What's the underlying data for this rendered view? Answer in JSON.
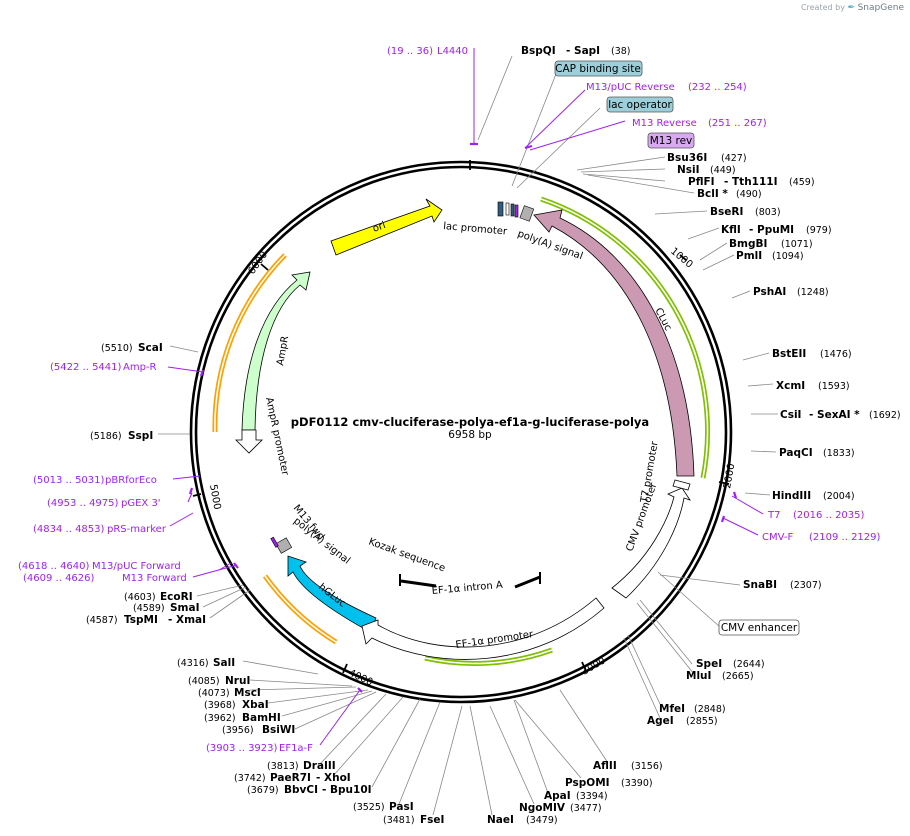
{
  "branding": {
    "created_by": "Created by",
    "product": "SnapGene"
  },
  "plasmid": {
    "name": "pDF0112 cmv-cluciferase-polya-ef1a-g-luciferase-polya",
    "length_label": "6958 bp",
    "length_bp": 6958
  },
  "colors": {
    "ori": "#ffff00",
    "ampr": "#ccffcc",
    "cluc": "#cc99b3",
    "hgluc": "#00c0ee",
    "promoter": "#ffffff",
    "primer": "#a020f0",
    "orf_orange": "#ffa000",
    "orf_green": "#80c000",
    "protein_box": "#9ccfd9",
    "primer_box": "#d8a8f0"
  },
  "ticks": [
    "1000",
    "2000",
    "3000",
    "4000",
    "5000",
    "6000"
  ],
  "features": [
    {
      "name": "ori",
      "kind": "arrow",
      "color_key": "ori"
    },
    {
      "name": "AmpR",
      "kind": "arrow",
      "color_key": "ampr"
    },
    {
      "name": "AmpR promoter",
      "kind": "arrow",
      "color_key": "promoter"
    },
    {
      "name": "CLuc",
      "kind": "arrow",
      "color_key": "cluc"
    },
    {
      "name": "hGLuc",
      "kind": "arrow",
      "color_key": "hgluc"
    },
    {
      "name": "CMV promoter",
      "kind": "arrow",
      "color_key": "promoter"
    },
    {
      "name": "T7 promoter",
      "kind": "arrow",
      "color_key": "promoter"
    },
    {
      "name": "EF-1α promoter",
      "kind": "arrow",
      "color_key": "promoter"
    },
    {
      "name": "EF-1α intron A",
      "kind": "line"
    },
    {
      "name": "Kozak sequence",
      "kind": "line"
    },
    {
      "name": "poly(A) signal",
      "kind": "box"
    },
    {
      "name": "lac promoter",
      "kind": "box"
    },
    {
      "name": "poly(A) signal",
      "kind": "box"
    },
    {
      "name": "M13 fwd",
      "kind": "box"
    }
  ],
  "boxed_labels": [
    "CAP binding site",
    "lac operator",
    "M13 rev",
    "CMV enhancer"
  ],
  "primers": [
    {
      "range": "(19 .. 36)",
      "name": "L4440"
    },
    {
      "range": "(232 .. 254)",
      "name": "M13/pUC Reverse"
    },
    {
      "range": "(251 .. 267)",
      "name": "M13 Reverse"
    },
    {
      "range": "(2016 .. 2035)",
      "name": "T7"
    },
    {
      "range": "(2109 .. 2129)",
      "name": "CMV-F"
    },
    {
      "range": "(3903 .. 3923)",
      "name": "EF1a-F"
    },
    {
      "range": "(4609 .. 4626)",
      "name": "M13 Forward"
    },
    {
      "range": "(4618 .. 4640)",
      "name": "M13/pUC Forward"
    },
    {
      "range": "(4834 .. 4853)",
      "name": "pRS-marker"
    },
    {
      "range": "(4953 .. 4975)",
      "name": "pGEX 3'"
    },
    {
      "range": "(5013 .. 5031)",
      "name": "pBRforEco"
    },
    {
      "range": "(5422 .. 5441)",
      "name": "Amp-R"
    }
  ],
  "enzymes": [
    {
      "name": "BspQI",
      "name2": "SapI",
      "pos": "(38)"
    },
    {
      "name": "Bsu36I",
      "pos": "(427)"
    },
    {
      "name": "NsiI",
      "pos": "(449)"
    },
    {
      "name": "PflFI",
      "name2": "Tth111I",
      "pos": "(459)"
    },
    {
      "name": "BclI *",
      "pos": "(490)"
    },
    {
      "name": "BseRI",
      "pos": "(803)"
    },
    {
      "name": "KflI",
      "name2": "PpuMI",
      "pos": "(979)"
    },
    {
      "name": "BmgBI",
      "pos": "(1071)"
    },
    {
      "name": "PmlI",
      "pos": "(1094)"
    },
    {
      "name": "PshAI",
      "pos": "(1248)"
    },
    {
      "name": "BstEII",
      "pos": "(1476)"
    },
    {
      "name": "XcmI",
      "pos": "(1593)"
    },
    {
      "name": "CsiI",
      "name2": "SexAI *",
      "pos": "(1692)"
    },
    {
      "name": "PaqCI",
      "pos": "(1833)"
    },
    {
      "name": "HindIII",
      "pos": "(2004)"
    },
    {
      "name": "SnaBI",
      "pos": "(2307)"
    },
    {
      "name": "SpeI",
      "pos": "(2644)"
    },
    {
      "name": "MluI",
      "pos": "(2665)"
    },
    {
      "name": "MfeI",
      "pos": "(2848)"
    },
    {
      "name": "AgeI",
      "pos": "(2855)"
    },
    {
      "name": "AflII",
      "pos": "(3156)"
    },
    {
      "name": "PspOMI",
      "pos": "(3390)"
    },
    {
      "name": "ApaI",
      "pos": "(3394)"
    },
    {
      "name": "NgoMIV",
      "pos": "(3477)"
    },
    {
      "name": "NaeI",
      "pos": "(3479)"
    },
    {
      "name": "FseI",
      "pos": "(3481)"
    },
    {
      "name": "PasI",
      "pos": "(3525)"
    },
    {
      "name": "BbvCI",
      "name2": "Bpu10I",
      "pos": "(3679)"
    },
    {
      "name": "PaeR7I",
      "name2": "XhoI",
      "pos": "(3742)"
    },
    {
      "name": "DraIII",
      "pos": "(3813)"
    },
    {
      "name": "BsiWI",
      "pos": "(3956)"
    },
    {
      "name": "BamHI",
      "pos": "(3962)"
    },
    {
      "name": "XbaI",
      "pos": "(3968)"
    },
    {
      "name": "MscI",
      "pos": "(4073)"
    },
    {
      "name": "NruI",
      "pos": "(4085)"
    },
    {
      "name": "SalI",
      "pos": "(4316)"
    },
    {
      "name": "TspMI",
      "name2": "XmaI",
      "pos": "(4587)"
    },
    {
      "name": "SmaI",
      "pos": "(4589)"
    },
    {
      "name": "EcoRI",
      "pos": "(4603)"
    },
    {
      "name": "SspI",
      "pos": "(5186)"
    },
    {
      "name": "ScaI",
      "pos": "(5510)"
    }
  ]
}
